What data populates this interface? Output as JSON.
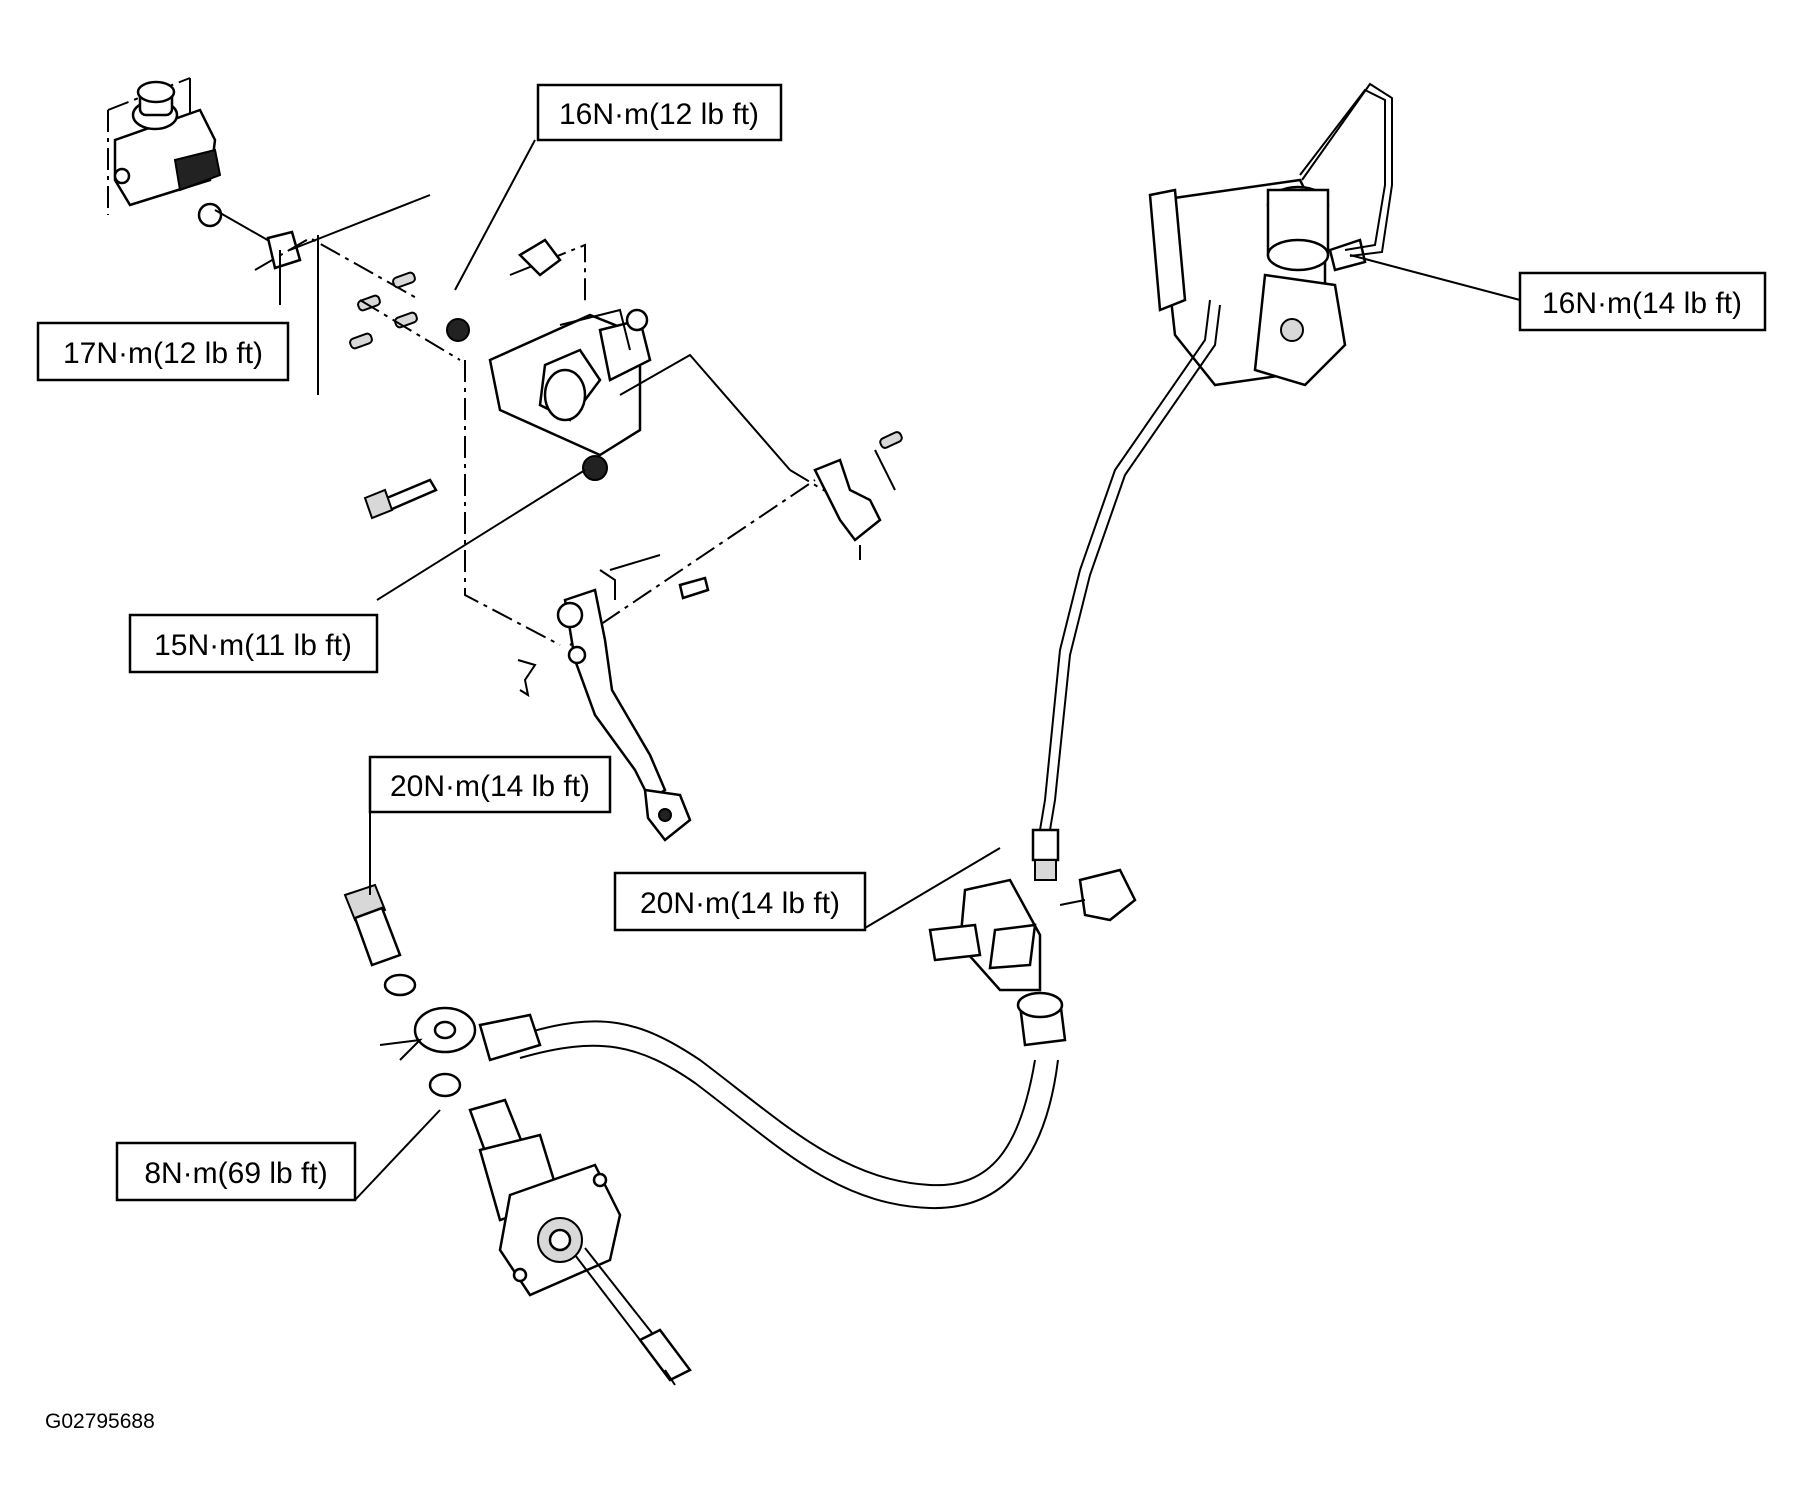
{
  "diagram": {
    "labels": {
      "upper_left_mount": "17N·m(12 lb ft)",
      "pedal_bracket_top": "16N·m(12 lb ft)",
      "pedal_bracket_nut": "15N·m(11 lb ft)",
      "master_cylinder_outlet": "16N·m(14 lb ft)",
      "banjo_bolt": "20N·m(14 lb ft)",
      "pipe_fitting": "20N·m(14 lb ft)",
      "release_cylinder": "8N·m(69 lb ft)"
    },
    "figure_id": "G02795688"
  }
}
